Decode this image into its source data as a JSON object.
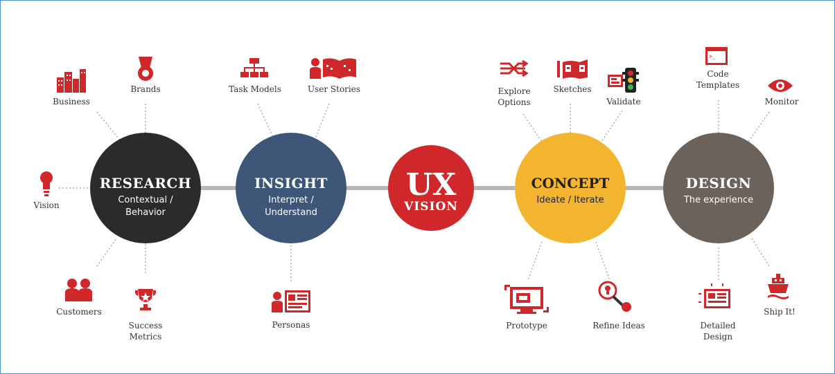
{
  "colors": {
    "research": "#2b2b2b",
    "insight": "#3e5677",
    "vision": "#d0282a",
    "concept": "#f3b52f",
    "design": "#6a625b",
    "icon": "#d0282a",
    "connector": "#b7b7b7"
  },
  "hubs": {
    "research": {
      "title": "RESEARCH",
      "sub1": "Contextual /",
      "sub2": "Behavior"
    },
    "insight": {
      "title": "INSIGHT",
      "sub1": "Interpret /",
      "sub2": "Understand"
    },
    "vision": {
      "title1": "UX",
      "title2": "VISION"
    },
    "concept": {
      "title": "CONCEPT",
      "sub1": "Ideate / Iterate"
    },
    "design": {
      "title": "DESIGN",
      "sub1": "The experience"
    }
  },
  "labels": {
    "business": "Business",
    "brands": "Brands",
    "vision_bulb": "Vision",
    "customers": "Customers",
    "success1": "Success",
    "success2": "Metrics",
    "task_models": "Task Models",
    "user_stories": "User Stories",
    "personas": "Personas",
    "explore1": "Explore",
    "explore2": "Options",
    "sketches": "Sketches",
    "validate": "Validate",
    "prototype": "Prototype",
    "refine": "Refine Ideas",
    "code1": "Code",
    "code2": "Templates",
    "monitor": "Monitor",
    "detailed1": "Detailed",
    "detailed2": "Design",
    "ship": "Ship It!"
  },
  "icons": {
    "business": "buildings-icon",
    "brands": "medal-icon",
    "vision": "lightbulb-icon",
    "customers": "people-icon",
    "success": "trophy-icon",
    "task_models": "hierarchy-icon",
    "user_stories": "storybook-icon",
    "personas": "persona-card-icon",
    "explore": "shuffle-arrows-icon",
    "sketches": "sketchbook-icon",
    "validate": "traffic-light-icon",
    "prototype": "monitor-wireframe-icon",
    "refine": "magnifier-bulb-icon",
    "code": "terminal-icon",
    "monitor": "eye-icon",
    "detailed": "layout-icon",
    "ship": "ship-icon"
  }
}
